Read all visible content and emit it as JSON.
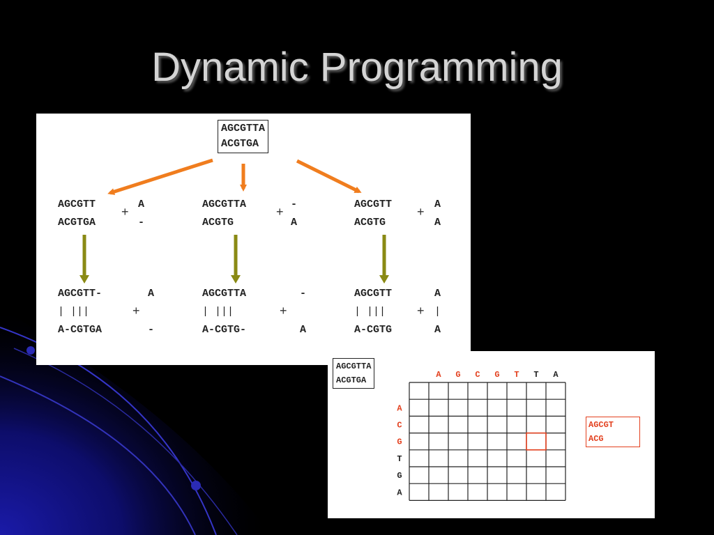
{
  "slide": {
    "title": "Dynamic Programming"
  },
  "colors": {
    "orange_arrow": "#f07d1e",
    "olive_arrow": "#8a8a14",
    "red_highlight": "#e3401e",
    "background": "#000000",
    "accent_blue": "#1a1a9e"
  },
  "tree": {
    "root": [
      "AGCGTTA",
      "ACGTGA"
    ],
    "level1": [
      {
        "prefix": [
          "AGCGTT",
          "ACGTGA"
        ],
        "suffix": [
          "A",
          "-"
        ]
      },
      {
        "prefix": [
          "AGCGTTA",
          "ACGTG"
        ],
        "suffix": [
          "-",
          "A"
        ]
      },
      {
        "prefix": [
          "AGCGTT",
          "ACGTG"
        ],
        "suffix": [
          "A",
          "A"
        ]
      }
    ],
    "level2": [
      {
        "prefix": [
          "AGCGTT-",
          "| |||",
          "A-CGTGA"
        ],
        "suffix": [
          "A",
          "",
          "-"
        ]
      },
      {
        "prefix": [
          "AGCGTTA",
          "| |||",
          "A-CGTG-"
        ],
        "suffix": [
          "-",
          "",
          "A"
        ]
      },
      {
        "prefix": [
          "AGCGTT",
          "| |||",
          "A-CGTG"
        ],
        "suffix": [
          "A",
          "|",
          "A"
        ]
      }
    ],
    "plus": "+"
  },
  "grid": {
    "sequences": [
      "AGCGTTA",
      "ACGTGA"
    ],
    "col_headers": [
      "A",
      "G",
      "C",
      "G",
      "T",
      "T",
      "A"
    ],
    "row_headers": [
      "A",
      "C",
      "G",
      "T",
      "G",
      "A"
    ],
    "highlight_cols": 5,
    "highlight_rows": 3,
    "highlight_cell": {
      "row": 3,
      "col": 5
    },
    "subproblem": [
      "AGCGT",
      "ACG"
    ]
  }
}
